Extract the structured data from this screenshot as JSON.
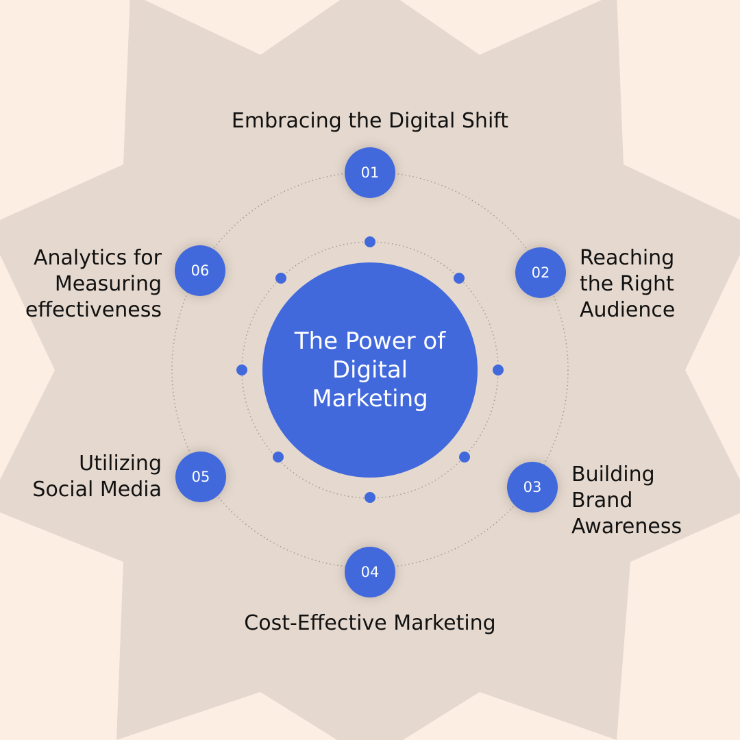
{
  "center_title": "The Power of\nDigital\nMarketing",
  "steps": [
    {
      "number": "01",
      "label": "Embracing the Digital Shift"
    },
    {
      "number": "02",
      "label": "Reaching\nthe Right\nAudience"
    },
    {
      "number": "03",
      "label": "Building\nBrand\nAwareness"
    },
    {
      "number": "04",
      "label": "Cost-Effective Marketing"
    },
    {
      "number": "05",
      "label": "Utilizing\nSocial Media"
    },
    {
      "number": "06",
      "label": "Analytics for\nMeasuring\neffectiveness"
    }
  ],
  "colors": {
    "background": "#fdeee4",
    "starburst": "#e5d9cf",
    "accent_blue": "#4169dc",
    "ring_dotted": "#a89c93",
    "text": "#111111"
  }
}
